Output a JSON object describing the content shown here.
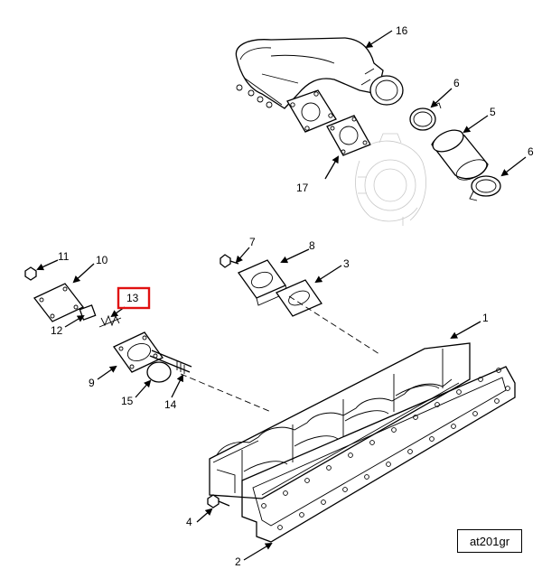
{
  "diagram": {
    "reference_code": "at201gr",
    "highlighted_callout": "13",
    "highlight_color": "#e01010",
    "callouts": [
      {
        "id": "c1",
        "label": "1"
      },
      {
        "id": "c2",
        "label": "2"
      },
      {
        "id": "c3",
        "label": "3"
      },
      {
        "id": "c4",
        "label": "4"
      },
      {
        "id": "c5",
        "label": "5"
      },
      {
        "id": "c6a",
        "label": "6"
      },
      {
        "id": "c6b",
        "label": "6"
      },
      {
        "id": "c7",
        "label": "7"
      },
      {
        "id": "c8",
        "label": "8"
      },
      {
        "id": "c9",
        "label": "9"
      },
      {
        "id": "c10",
        "label": "10"
      },
      {
        "id": "c11",
        "label": "11"
      },
      {
        "id": "c12",
        "label": "12"
      },
      {
        "id": "c13",
        "label": "13"
      },
      {
        "id": "c14",
        "label": "14"
      },
      {
        "id": "c15",
        "label": "15"
      },
      {
        "id": "c16",
        "label": "16"
      },
      {
        "id": "c17",
        "label": "17"
      }
    ]
  }
}
